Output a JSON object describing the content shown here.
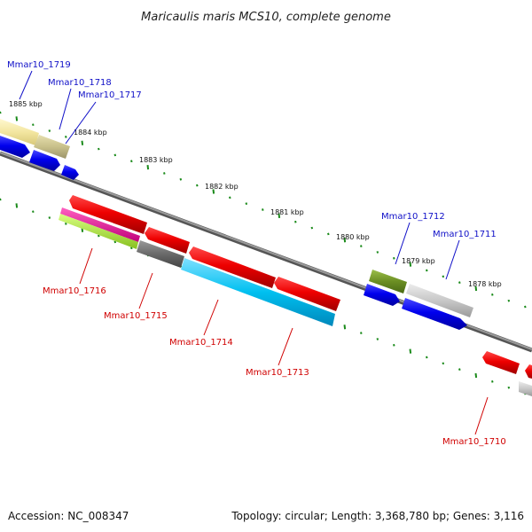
{
  "title": "Maricaulis maris MCS10, complete genome",
  "footer": {
    "accession": "Accession: NC_008347",
    "topology": "Topology: circular; Length: 3,368,780 bp; Genes: 3,116"
  },
  "scale_labels": [
    "1885 kbp",
    "1884 kbp",
    "1883 kbp",
    "1882 kbp",
    "1881 kbp",
    "1880 kbp",
    "1879 kbp",
    "1878 kbp"
  ],
  "gene_labels": {
    "forward": [
      "Mmar10_1719",
      "Mmar10_1718",
      "Mmar10_1717",
      "Mmar10_1712",
      "Mmar10_1711"
    ],
    "reverse": [
      "Mmar10_1716",
      "Mmar10_1715",
      "Mmar10_1714",
      "Mmar10_1713",
      "Mmar10_1710"
    ]
  },
  "colors": {
    "backbone": "#7a7a7a",
    "tick": "#1a8a1a",
    "cds_forward": "#0000e0",
    "cds_reverse": "#e00000",
    "label_forward": "#1010c8",
    "label_reverse": "#d00000",
    "cyan": "#00b8ee",
    "olive": "#6b8e23",
    "khaki": "#c8c08a",
    "pale_yellow": "#f3e6a0",
    "gray": "#6a6a6a",
    "light_gray": "#c8c8c8",
    "magenta": "#e0109a",
    "lime": "#a8e040"
  }
}
